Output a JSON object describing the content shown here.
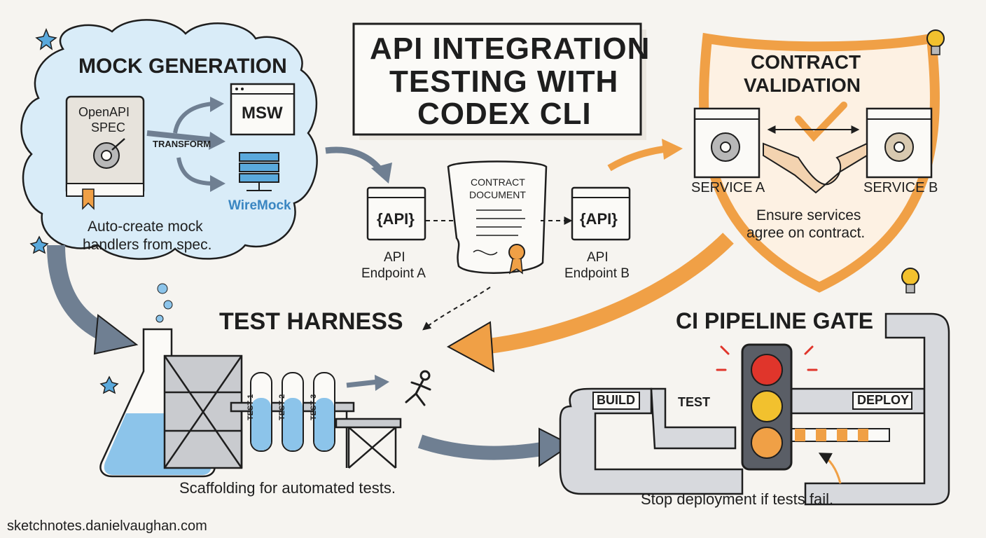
{
  "title": {
    "line1": "API INTEGRATION",
    "line2": "TESTING WITH",
    "line3": "CODEX CLI"
  },
  "mock": {
    "heading": "MOCK GENERATION",
    "book_label_1": "OpenAPI",
    "book_label_2": "SPEC",
    "transform_label": "TRANSFORM",
    "msw_label": "MSW",
    "wiremock_label": "WireMock",
    "caption_1": "Auto-create mock",
    "caption_2": "handlers from spec."
  },
  "contract_doc": {
    "endpoint_a_icon": "{API}",
    "endpoint_a_1": "API",
    "endpoint_a_2": "Endpoint A",
    "doc_title_1": "CONTRACT",
    "doc_title_2": "DOCUMENT",
    "endpoint_b_icon": "{API}",
    "endpoint_b_1": "API",
    "endpoint_b_2": "Endpoint B"
  },
  "validation": {
    "heading_1": "CONTRACT",
    "heading_2": "VALIDATION",
    "service_a": "SERVICE A",
    "service_b": "SERVICE B",
    "caption_1": "Ensure services",
    "caption_2": "agree on contract."
  },
  "harness": {
    "heading": "TEST HARNESS",
    "tube_1": "TEST 1",
    "tube_2": "TEST 2",
    "tube_3": "TEST 3",
    "caption": "Scaffolding for automated tests."
  },
  "pipeline": {
    "heading": "CI PIPELINE GATE",
    "build": "BUILD",
    "test": "TEST",
    "deploy": "DEPLOY",
    "caption": "Stop deployment if tests fail."
  },
  "footer": "sketchnotes.danielvaughan.com",
  "colors": {
    "ink": "#1e1e1e",
    "cloud_blue": "#5aa9dc",
    "orange": "#f0a046",
    "red_light": "#e0352b",
    "yellow_light": "#f2c12e",
    "arrow_gray": "#6f7f92"
  }
}
